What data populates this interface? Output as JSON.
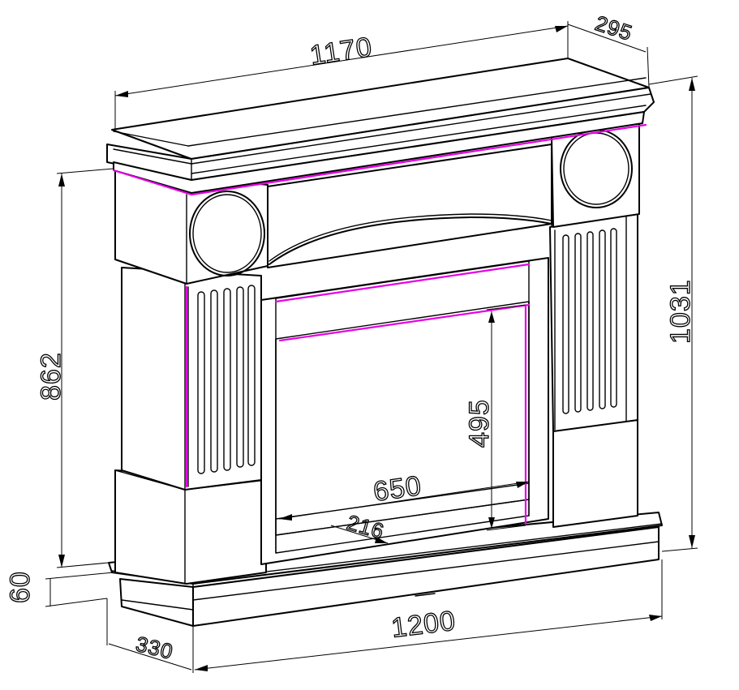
{
  "drawing": {
    "dimensions": {
      "top_width": "1170",
      "top_depth": "295",
      "total_height": "1031",
      "side_height": "862",
      "base_height": "60",
      "base_depth": "330",
      "base_width": "1200",
      "opening_height": "495",
      "opening_width": "650",
      "opening_depth": "216"
    },
    "colors": {
      "line": "#000000",
      "highlight": "#e600e6"
    }
  }
}
